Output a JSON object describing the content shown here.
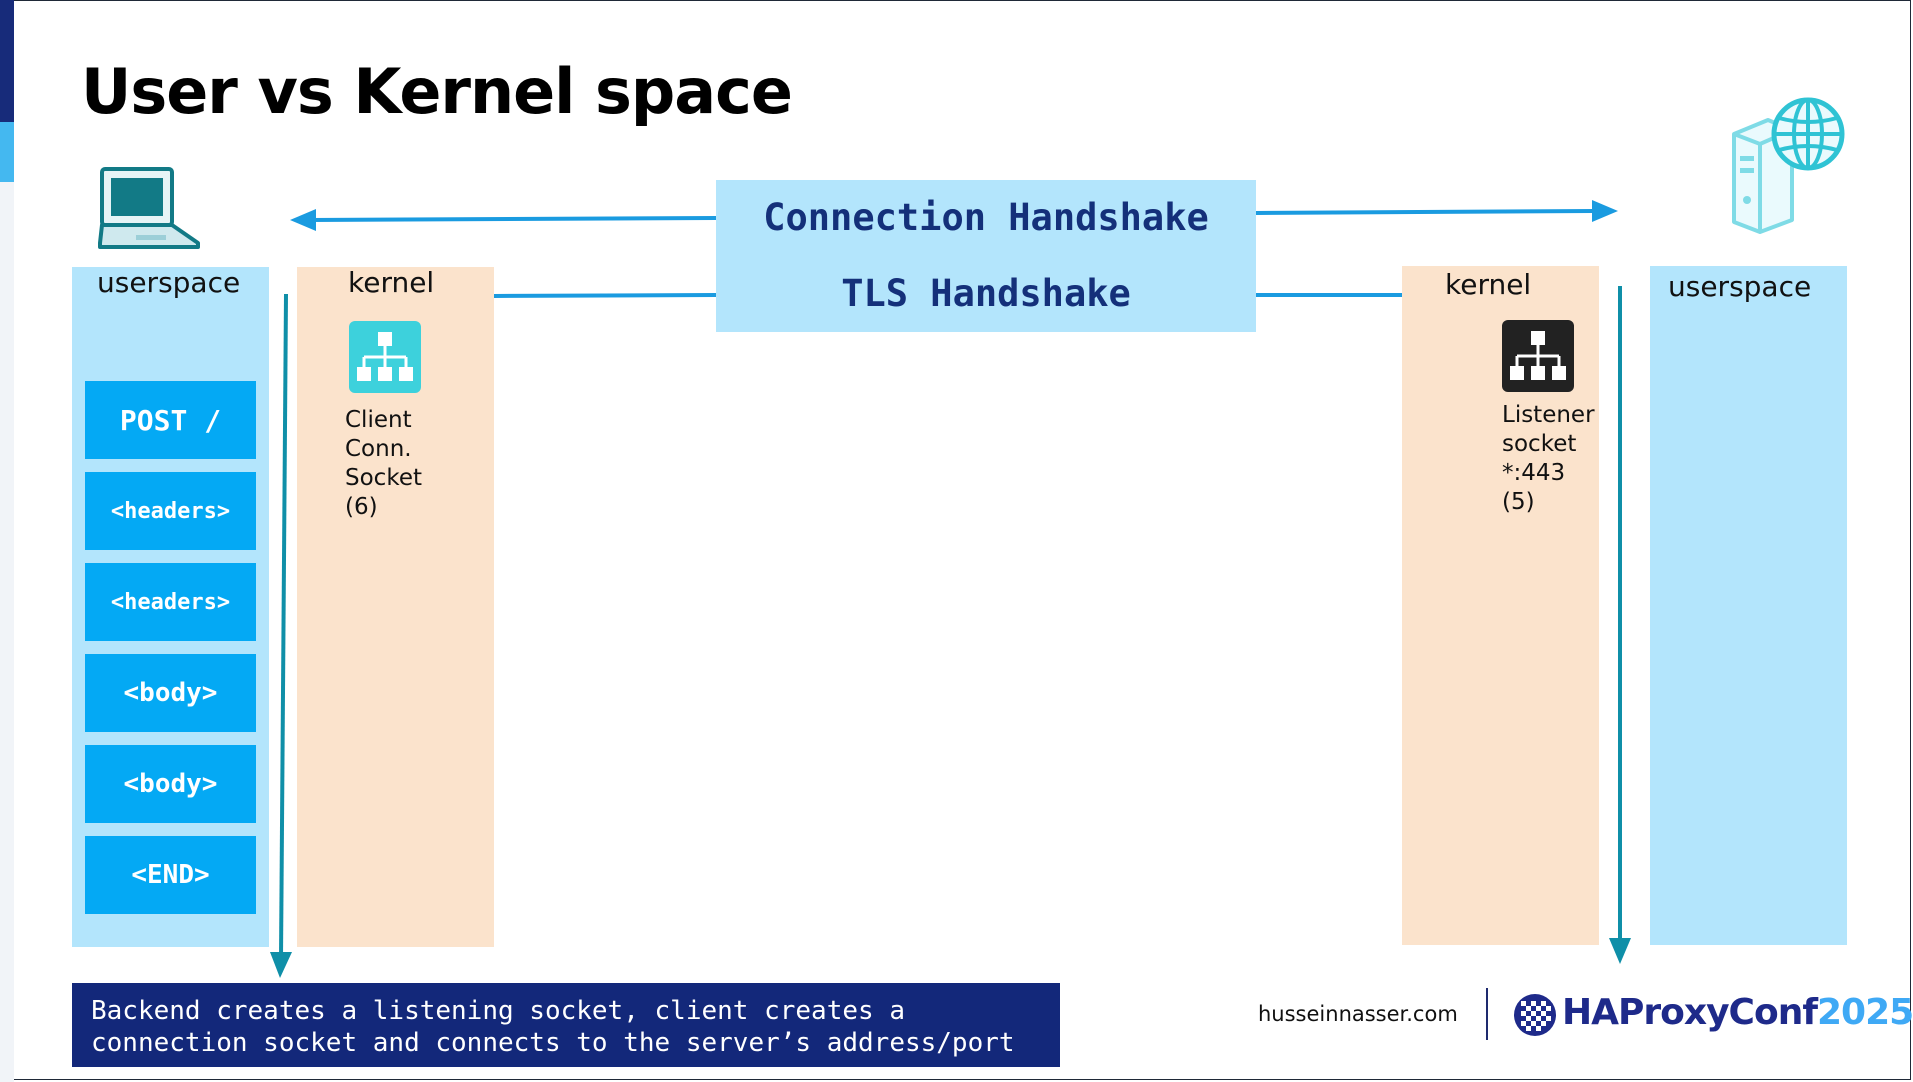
{
  "title": "User vs Kernel space",
  "client": {
    "userspace_label": "userspace",
    "kernel_label": "kernel",
    "packets": [
      "POST /",
      "<headers>",
      "<headers>",
      "<body>",
      "<body>",
      "<END>"
    ],
    "socket": {
      "lines": [
        "Client",
        "Conn.",
        "Socket",
        "(6)"
      ],
      "icon": "network-tree-icon",
      "color": "#3dd1dc"
    }
  },
  "server": {
    "userspace_label": "userspace",
    "kernel_label": "kernel",
    "socket": {
      "lines": [
        "Listener",
        "socket",
        "*:443",
        "(5)"
      ],
      "icon": "network-tree-icon",
      "color": "#222222"
    }
  },
  "handshakes": {
    "connection": "Connection Handshake",
    "tls": "TLS Handshake"
  },
  "caption": {
    "line1": "Backend creates a listening socket, client creates a",
    "line2": "connection socket and connects to the server’s address/port"
  },
  "footer": {
    "site": "husseinnasser.com",
    "brand": "HAProxyConf",
    "year": "2025"
  },
  "colors": {
    "userspace": "#b3e5fc",
    "kernel": "#fbe3cc",
    "packet": "#04a9f4",
    "arrow": "#1a9be0",
    "timeline": "#0f8fa8",
    "caption_bg": "#13287a"
  }
}
